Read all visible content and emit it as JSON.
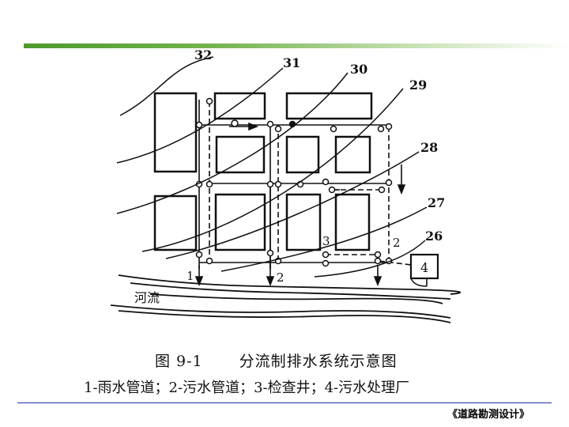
{
  "labels": {
    "callouts": [
      "32",
      "31",
      "30",
      "29",
      "28",
      "27",
      "26"
    ],
    "pipe_numbers": [
      "1",
      "2",
      "3",
      "2"
    ],
    "plant": "4",
    "river": "河流"
  },
  "caption": {
    "figure_number": "图 9-1",
    "figure_title": "分流制排水系统示意图",
    "legend": "1-雨水管道；2-污水管道；3-检查井；4-污水处理厂"
  },
  "footer": "《道路勘测设计》",
  "colors": {
    "accent_bar": "#4d9a2c",
    "rule": "#1d2fb0"
  }
}
